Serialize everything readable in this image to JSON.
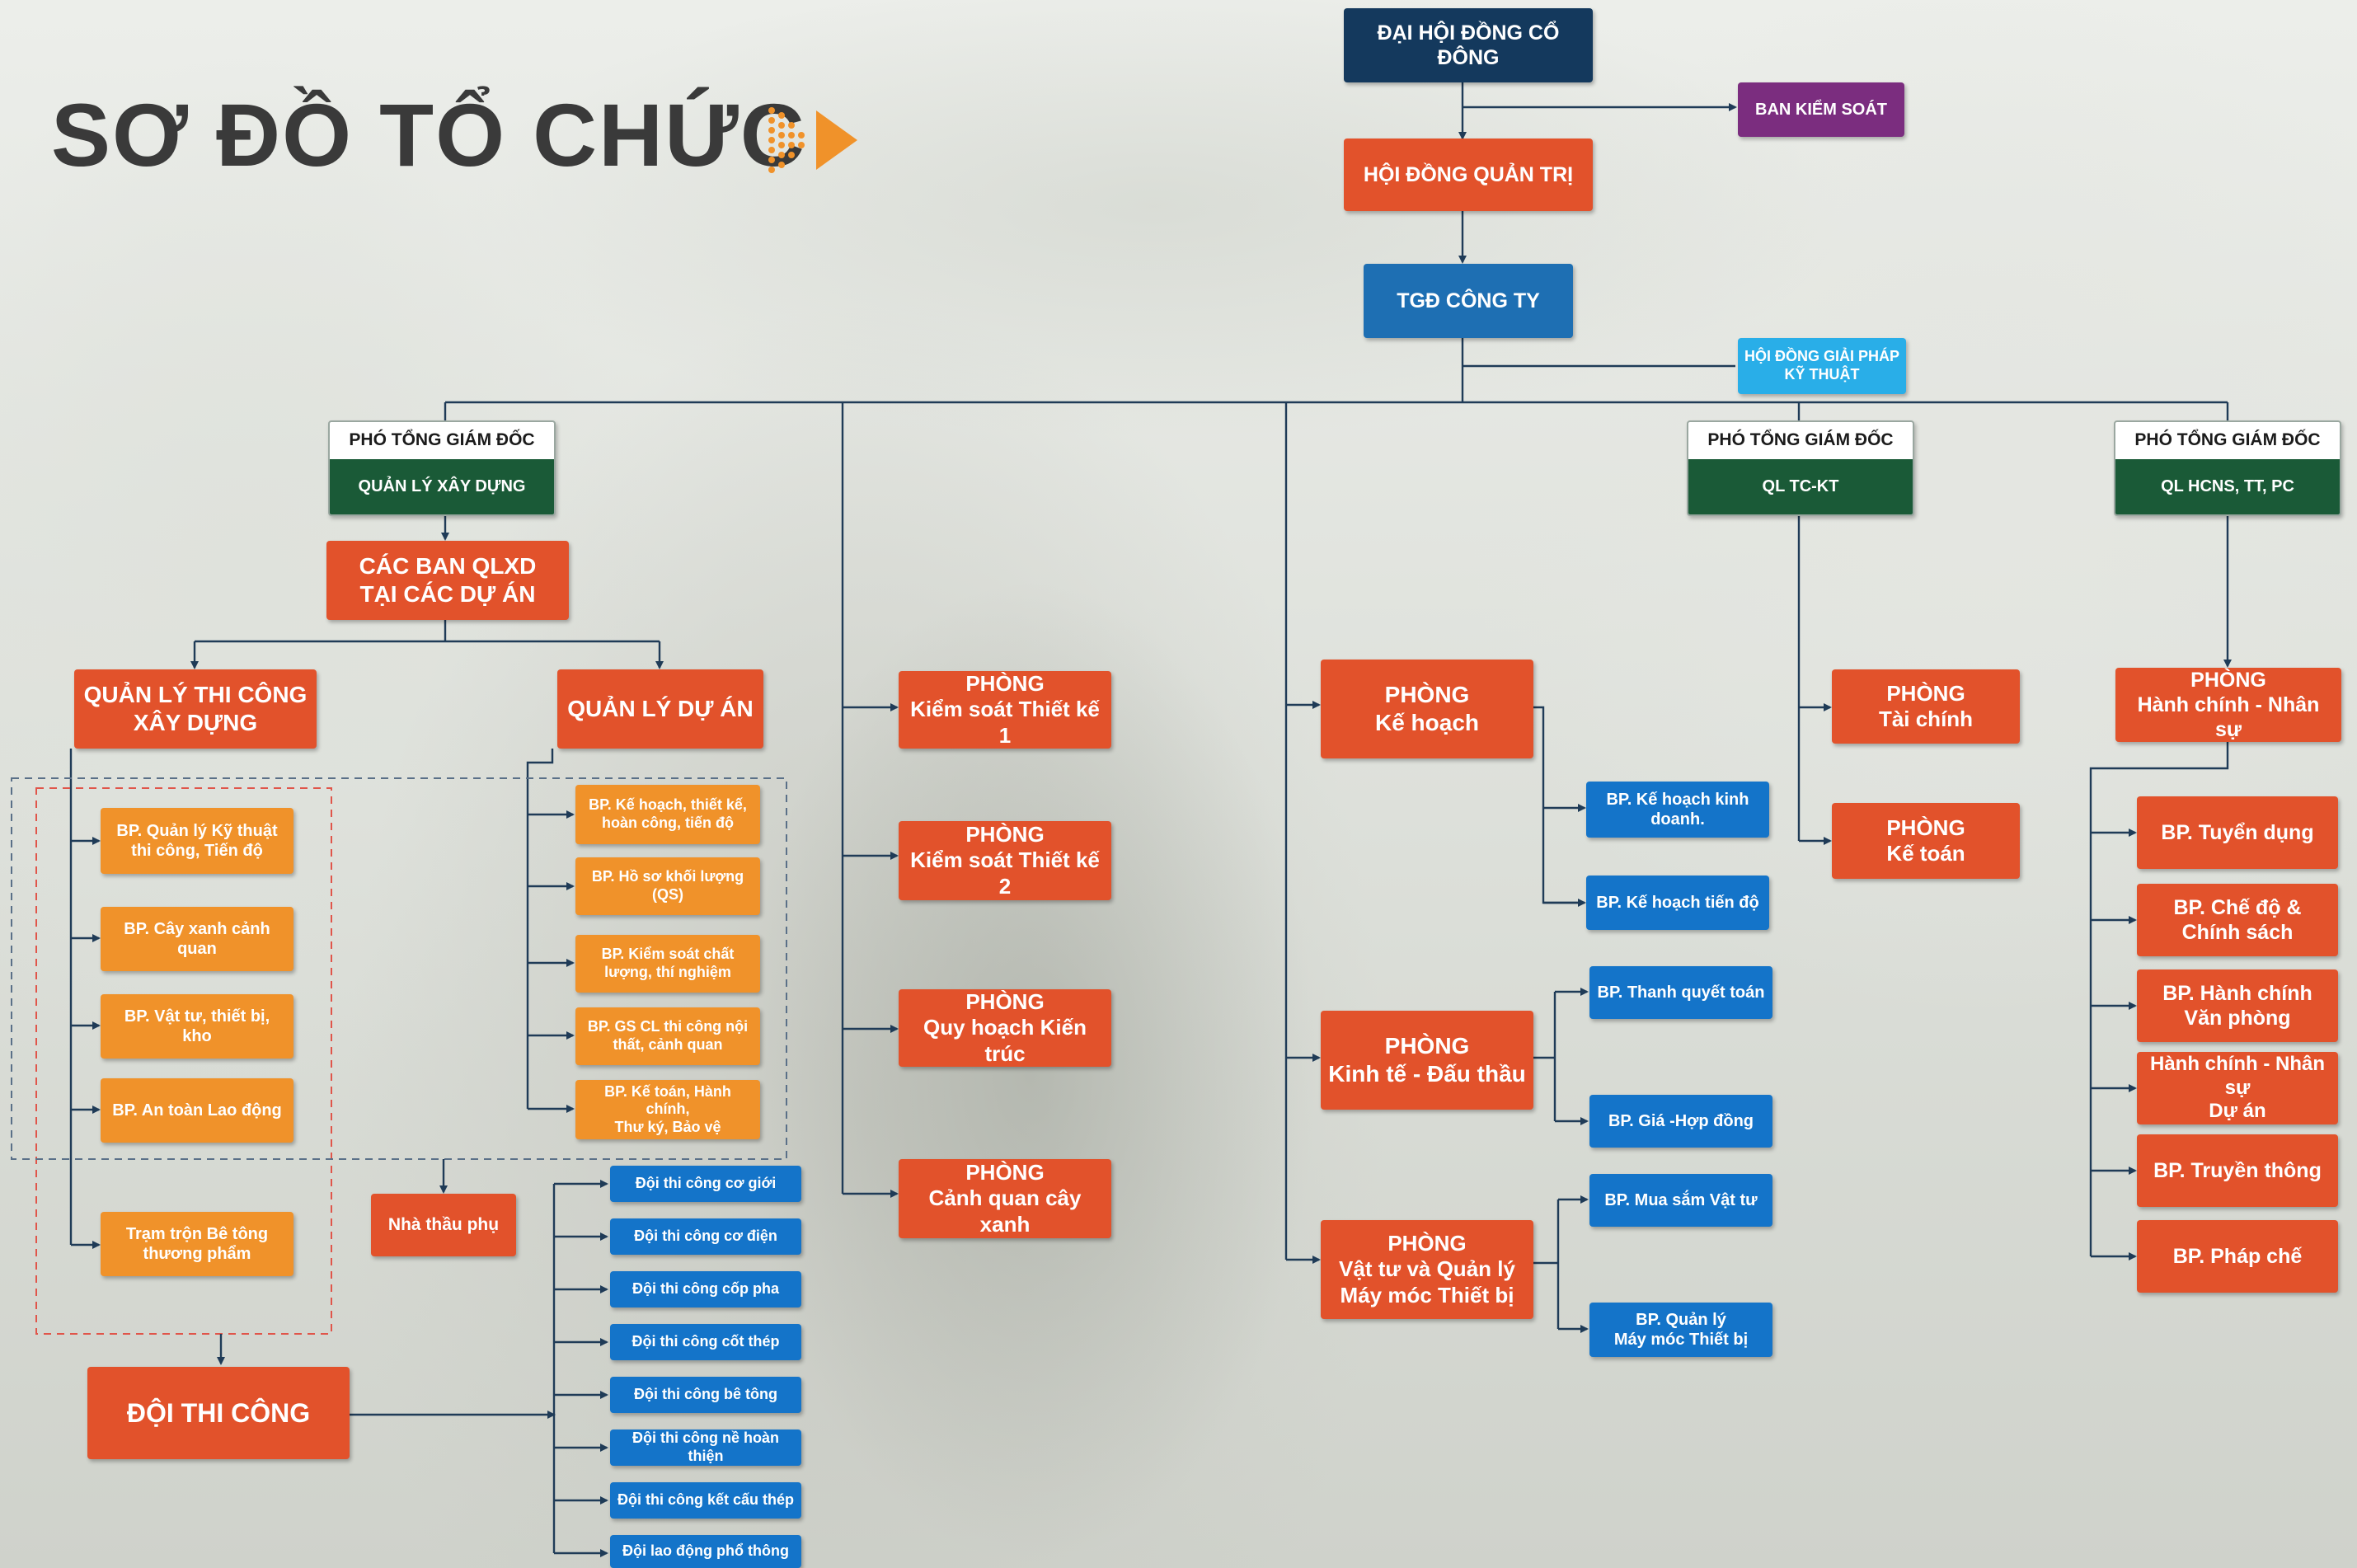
{
  "title": "SƠ ĐỒ TỔ CHỨC",
  "colors": {
    "navy": "#14395d",
    "purple": "#7b2d7f",
    "red": "#e2522b",
    "orange": "#f0922a",
    "blue": "#1e6fb3",
    "sky": "#29aee8",
    "green": "#1a5a37"
  },
  "top": {
    "shareholders": "ĐẠI HỘI ĐỒNG CỔ ĐÔNG",
    "supervisory": "BAN KIỂM SOÁT",
    "board": "HỘI ĐỒNG QUẢN TRỊ",
    "ceo": "TGĐ CÔNG TY",
    "tech_council": "HỘI ĐỒNG GIẢI PHÁP\nKỸ THUẬT"
  },
  "deputies": {
    "construction": {
      "title": "PHÓ TỔNG GIÁM ĐỐC",
      "sub": "QUẢN LÝ XÂY DỰNG"
    },
    "finance": {
      "title": "PHÓ TỔNG GIÁM ĐỐC",
      "sub": "QL TC-KT"
    },
    "hr": {
      "title": "PHÓ TỔNG GIÁM ĐỐC",
      "sub": "QL HCNS, TT, PC"
    }
  },
  "construction": {
    "project_boards": "CÁC BAN QLXD\nTẠI CÁC DỰ ÁN",
    "site_mgmt": "QUẢN LÝ THI CÔNG\nXÂY DỰNG",
    "project_mgmt": "QUẢN LÝ DỰ ÁN",
    "site_units": [
      "BP. Quản lý Kỹ thuật\nthi công, Tiến độ",
      "BP. Cây xanh cảnh\nquan",
      "BP. Vật tư, thiết bị,\nkho",
      "BP. An toàn Lao động",
      "Trạm trộn Bê tông\nthương phẩm"
    ],
    "project_units": [
      "BP. Kế hoạch, thiết kế,\nhoàn công, tiến độ",
      "BP. Hồ sơ khối lượng\n(QS)",
      "BP. Kiểm soát chất\nlượng, thí nghiệm",
      "BP. GS CL thi công nội\nthất, cảnh quan",
      "BP. Kế toán, Hành chính,\nThư ký, Bảo vệ"
    ],
    "subcontractor": "Nhà thầu phụ",
    "teams_label": "ĐỘI THI CÔNG",
    "teams": [
      "Đội thi công cơ giới",
      "Đội thi công cơ điện",
      "Đội thi công cốp pha",
      "Đội thi công cốt thép",
      "Đội thi công bê tông",
      "Đội thi công nề hoàn thiện",
      "Đội thi công kết cấu thép",
      "Đội lao động phổ thông"
    ]
  },
  "design": [
    "PHÒNG\nKiểm soát Thiết kế 1",
    "PHÒNG\nKiểm soát Thiết kế 2",
    "PHÒNG\nQuy hoạch Kiến trúc",
    "PHÒNG\nCảnh quan cây xanh"
  ],
  "planning": {
    "plan_dept": "PHÒNG\nKế hoạch",
    "plan_units": [
      "BP. Kế hoạch kinh\ndoanh.",
      "BP. Kế hoạch tiến độ"
    ],
    "econ_dept": "PHÒNG\nKinh tế - Đấu thầu",
    "econ_units": [
      "BP. Thanh quyết toán",
      "BP. Giá -Hợp đồng"
    ],
    "supply_dept": "PHÒNG\nVật tư  và Quản lý\nMáy móc Thiết bị",
    "supply_units": [
      "BP. Mua sắm Vật tư",
      "BP. Quản lý\nMáy móc Thiết bị"
    ]
  },
  "finance": {
    "finance_dept": "PHÒNG\nTài chính",
    "accounting_dept": "PHÒNG\nKế toán"
  },
  "hr": {
    "hr_dept": "PHÒNG\nHành chính - Nhân sự",
    "units": [
      "BP. Tuyển dụng",
      "BP. Chế độ &\nChính sách",
      "BP. Hành chính\nVăn phòng",
      "Hành chính - Nhân sự\nDự án",
      "BP. Truyền thông",
      "BP. Pháp chế"
    ]
  }
}
